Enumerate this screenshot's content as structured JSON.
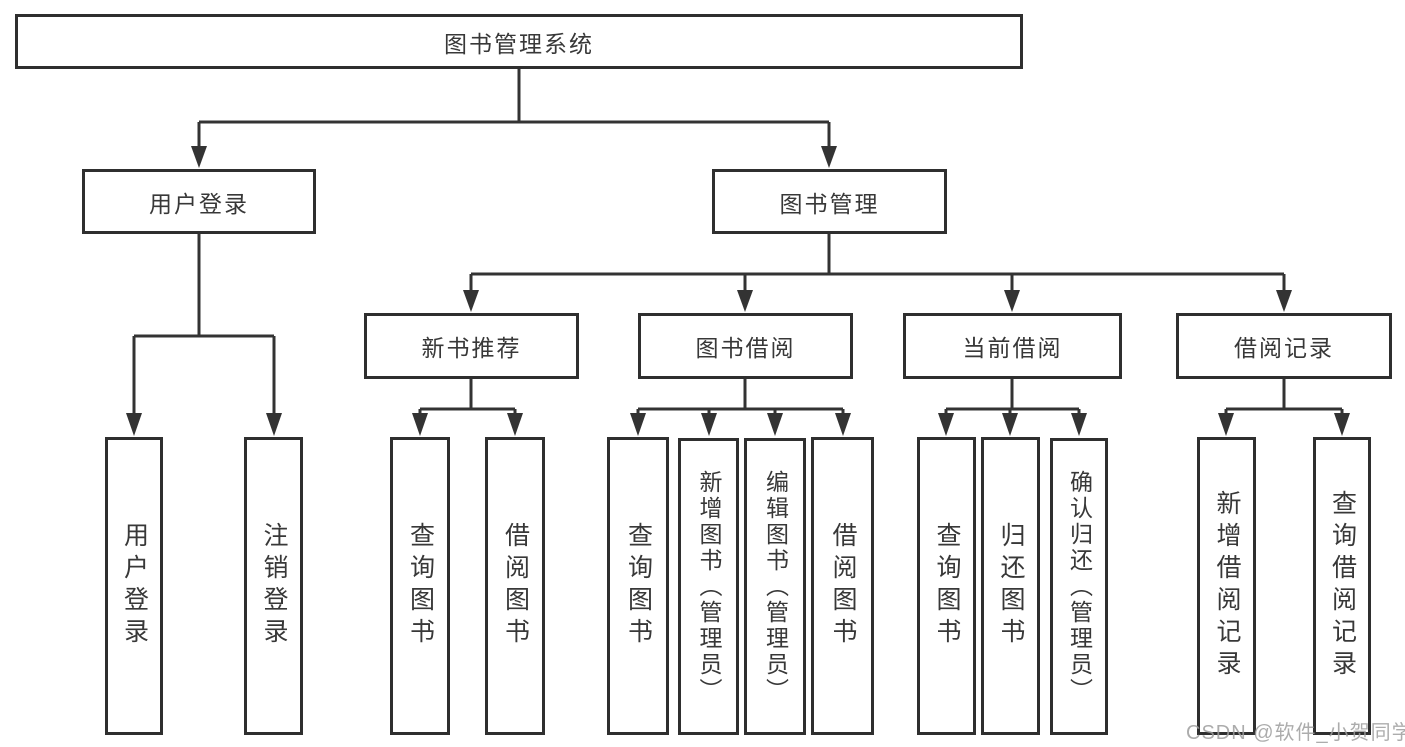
{
  "diagram_title": "图书管理系统",
  "tree": {
    "label": "图书管理系统",
    "children": [
      {
        "label": "用户登录",
        "children": [
          {
            "label": "用户登录"
          },
          {
            "label": "注销登录"
          }
        ]
      },
      {
        "label": "图书管理",
        "children": [
          {
            "label": "新书推荐",
            "children": [
              {
                "label": "查询图书"
              },
              {
                "label": "借阅图书"
              }
            ]
          },
          {
            "label": "图书借阅",
            "children": [
              {
                "label": "查询图书"
              },
              {
                "label": "新增图书（管理员）"
              },
              {
                "label": "编辑图书（管理员）"
              },
              {
                "label": "借阅图书"
              }
            ]
          },
          {
            "label": "当前借阅",
            "children": [
              {
                "label": "查询图书"
              },
              {
                "label": "归还图书"
              },
              {
                "label": "确认归还（管理员）"
              }
            ]
          },
          {
            "label": "借阅记录",
            "children": [
              {
                "label": "新增借阅记录"
              },
              {
                "label": "查询借阅记录"
              }
            ]
          }
        ]
      }
    ]
  },
  "watermark": "CSDN @软件_小贺同学",
  "colors": {
    "line": "#333333",
    "box_border": "#2f2f2f",
    "text": "#383838",
    "watermark": "#9e9e9e",
    "background": "#ffffff"
  }
}
